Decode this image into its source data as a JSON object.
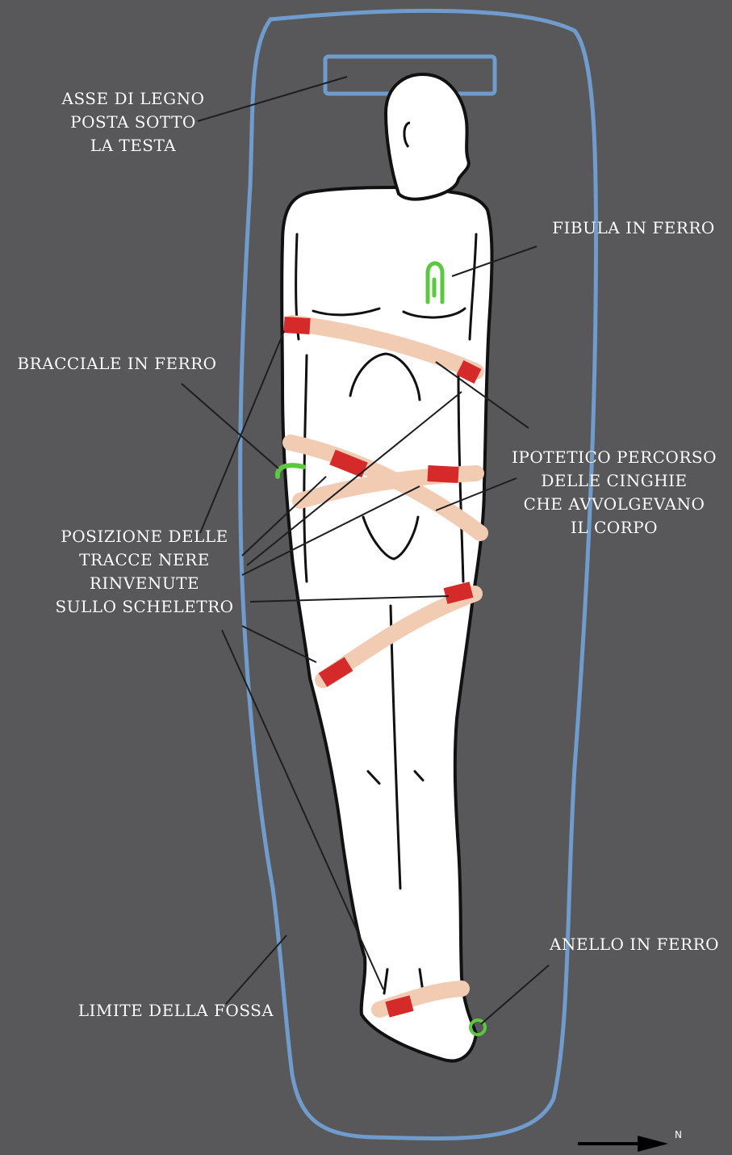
{
  "labels": {
    "asse": [
      "ASSE DI LEGNO",
      "POSTA SOTTO",
      "LA TESTA"
    ],
    "fibula": [
      "FIBULA IN FERRO"
    ],
    "bracciale": [
      "BRACCIALE IN FERRO"
    ],
    "ipotetico": [
      "IPOTETICO PERCORSO",
      "DELLE CINGHIE",
      "CHE AVVOLGEVANO",
      "IL CORPO"
    ],
    "posizione": [
      "POSIZIONE DELLE",
      "TRACCE NERE",
      "RINVENUTE",
      "SULLO SCHELETRO"
    ],
    "anello": [
      "ANELLO IN FERRO"
    ],
    "limite": [
      "LIMITE DELLA FOSSA"
    ],
    "north": "N"
  },
  "colors": {
    "background": "#58585a",
    "pit_outline": "#6f9ccd",
    "body_fill": "#ffffff",
    "strap": "#f2cbb3",
    "black_trace": "#d42a2a",
    "iron_object": "#5bc840"
  }
}
